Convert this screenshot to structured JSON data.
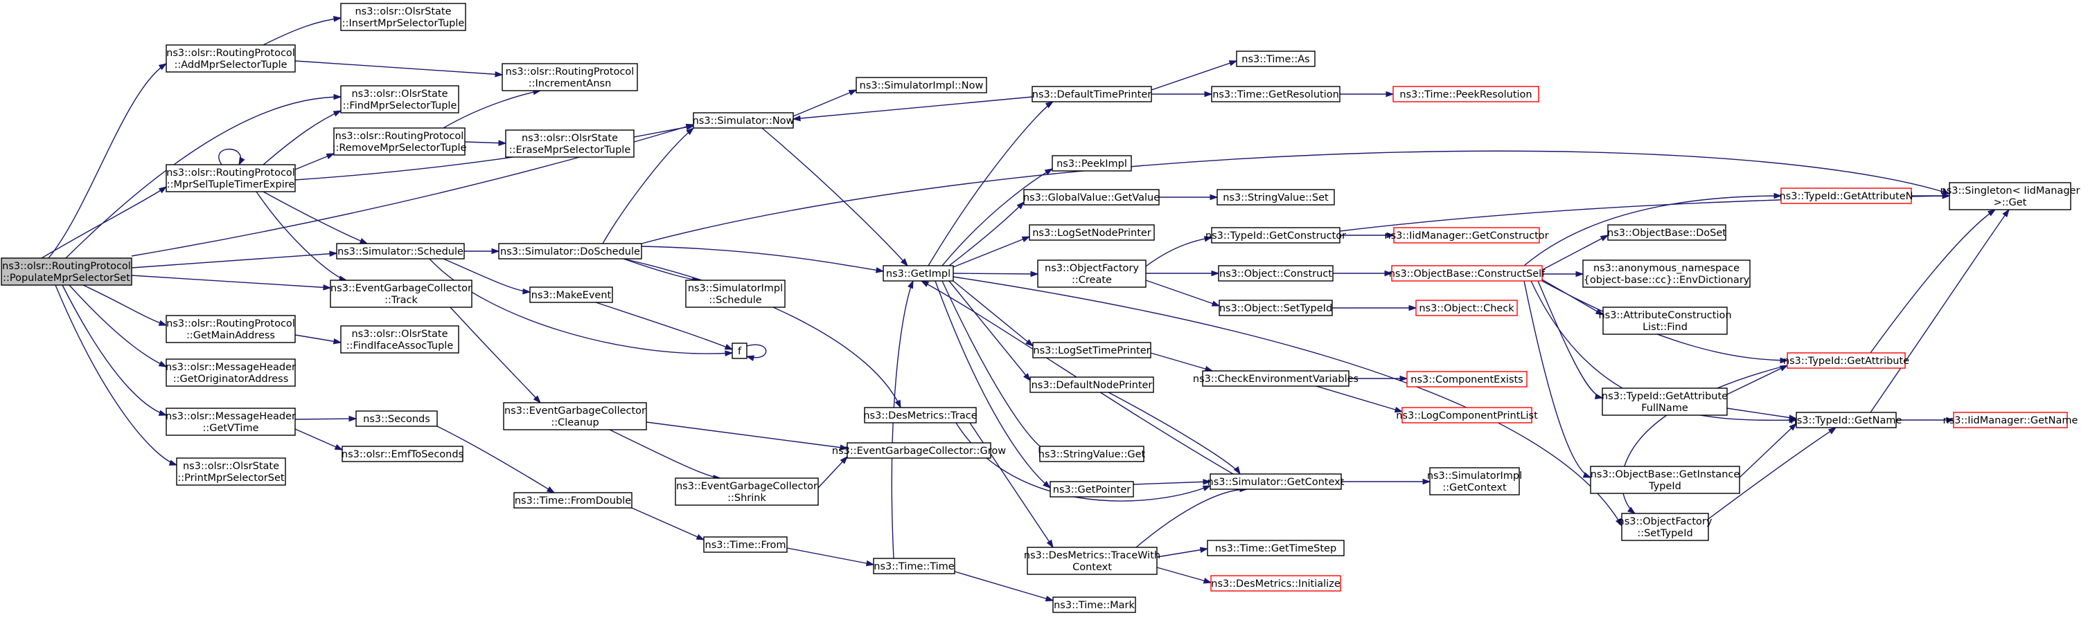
{
  "graph": {
    "nodes": [
      {
        "id": "root",
        "lines": [
          "ns3::olsr::RoutingProtocol",
          "::PopulateMprSelectorSet"
        ],
        "root": true
      },
      {
        "id": "addmpr",
        "lines": [
          "ns3::olsr::RoutingProtocol",
          "::AddMprSelectorTuple"
        ]
      },
      {
        "id": "insertmpr",
        "lines": [
          "ns3::olsr::OlsrState",
          "::InsertMprSelectorTuple"
        ]
      },
      {
        "id": "incansn",
        "lines": [
          "ns3::olsr::RoutingProtocol",
          "::IncrementAnsn"
        ]
      },
      {
        "id": "findmpr",
        "lines": [
          "ns3::olsr::OlsrState",
          "::FindMprSelectorTuple"
        ]
      },
      {
        "id": "removempr",
        "lines": [
          "ns3::olsr::RoutingProtocol",
          "::RemoveMprSelectorTuple"
        ]
      },
      {
        "id": "erasempr",
        "lines": [
          "ns3::olsr::OlsrState",
          "::EraseMprSelectorTuple"
        ]
      },
      {
        "id": "mprseltimer",
        "lines": [
          "ns3::olsr::RoutingProtocol",
          "::MprSelTupleTimerExpire"
        ]
      },
      {
        "id": "simnow",
        "lines": [
          "ns3::Simulator::Now"
        ]
      },
      {
        "id": "simimplnow",
        "lines": [
          "ns3::SimulatorImpl::Now"
        ]
      },
      {
        "id": "simschedule",
        "lines": [
          "ns3::Simulator::Schedule"
        ]
      },
      {
        "id": "doschedule",
        "lines": [
          "ns3::Simulator::DoSchedule"
        ]
      },
      {
        "id": "simimplsched",
        "lines": [
          "ns3::SimulatorImpl",
          "::Schedule"
        ]
      },
      {
        "id": "egctrack",
        "lines": [
          "ns3::EventGarbageCollector",
          "::Track"
        ]
      },
      {
        "id": "makeevent",
        "lines": [
          "ns3::MakeEvent"
        ]
      },
      {
        "id": "f",
        "lines": [
          "f"
        ]
      },
      {
        "id": "getmainaddr",
        "lines": [
          "ns3::olsr::RoutingProtocol",
          "::GetMainAddress"
        ]
      },
      {
        "id": "findiface",
        "lines": [
          "ns3::olsr::OlsrState",
          "::FindIfaceAssocTuple"
        ]
      },
      {
        "id": "getorigaddr",
        "lines": [
          "ns3::olsr::MessageHeader",
          "::GetOriginatorAddress"
        ]
      },
      {
        "id": "getvtime",
        "lines": [
          "ns3::olsr::MessageHeader",
          "::GetVTime"
        ]
      },
      {
        "id": "seconds",
        "lines": [
          "ns3::Seconds"
        ]
      },
      {
        "id": "emftosec",
        "lines": [
          "ns3::olsr::EmfToSeconds"
        ]
      },
      {
        "id": "printmpr",
        "lines": [
          "ns3::olsr::OlsrState",
          "::PrintMprSelectorSet"
        ]
      },
      {
        "id": "egccleanup",
        "lines": [
          "ns3::EventGarbageCollector",
          "::Cleanup"
        ]
      },
      {
        "id": "egcshrink",
        "lines": [
          "ns3::EventGarbageCollector",
          "::Shrink"
        ]
      },
      {
        "id": "egcgrow",
        "lines": [
          "ns3::EventGarbageCollector::Grow"
        ]
      },
      {
        "id": "timefromdouble",
        "lines": [
          "ns3::Time::FromDouble"
        ]
      },
      {
        "id": "timefrom",
        "lines": [
          "ns3::Time::From"
        ]
      },
      {
        "id": "timetime",
        "lines": [
          "ns3::Time::Time"
        ]
      },
      {
        "id": "timemark",
        "lines": [
          "ns3::Time::Mark"
        ]
      },
      {
        "id": "destrace",
        "lines": [
          "ns3::DesMetrics::Trace"
        ]
      },
      {
        "id": "getimpl",
        "lines": [
          "ns3::GetImpl"
        ]
      },
      {
        "id": "deftimeprinter",
        "lines": [
          "ns3::DefaultTimePrinter"
        ]
      },
      {
        "id": "timeas",
        "lines": [
          "ns3::Time::As"
        ]
      },
      {
        "id": "timegetres",
        "lines": [
          "ns3::Time::GetResolution"
        ]
      },
      {
        "id": "timepeekres",
        "lines": [
          "ns3::Time::PeekResolution"
        ],
        "trunc": true
      },
      {
        "id": "peekimpl",
        "lines": [
          "ns3::PeekImpl"
        ]
      },
      {
        "id": "gvgetvalue",
        "lines": [
          "ns3::GlobalValue::GetValue"
        ]
      },
      {
        "id": "svset",
        "lines": [
          "ns3::StringValue::Set"
        ]
      },
      {
        "id": "logsetnodeprinter",
        "lines": [
          "ns3::LogSetNodePrinter"
        ]
      },
      {
        "id": "objfactcreate",
        "lines": [
          "ns3::ObjectFactory",
          "::Create"
        ]
      },
      {
        "id": "tidgetconstructor",
        "lines": [
          "ns3::TypeId::GetConstructor"
        ]
      },
      {
        "id": "iidgetconstructor",
        "lines": [
          "ns3::IidManager::GetConstructor"
        ],
        "trunc": true
      },
      {
        "id": "objconstruct",
        "lines": [
          "ns3::Object::Construct"
        ]
      },
      {
        "id": "objsettypeid",
        "lines": [
          "ns3::Object::SetTypeId"
        ]
      },
      {
        "id": "objcheck",
        "lines": [
          "ns3::Object::Check"
        ],
        "trunc": true
      },
      {
        "id": "obconstructself",
        "lines": [
          "ns3::ObjectBase::ConstructSelf"
        ],
        "trunc": true
      },
      {
        "id": "logsettimeprinter",
        "lines": [
          "ns3::LogSetTimePrinter"
        ]
      },
      {
        "id": "checkenv",
        "lines": [
          "ns3::CheckEnvironmentVariables"
        ]
      },
      {
        "id": "compexists",
        "lines": [
          "ns3::ComponentExists"
        ],
        "trunc": true
      },
      {
        "id": "logcompprint",
        "lines": [
          "ns3::LogComponentPrintList"
        ],
        "trunc": true
      },
      {
        "id": "defnodeprinter",
        "lines": [
          "ns3::DefaultNodePrinter"
        ]
      },
      {
        "id": "svget",
        "lines": [
          "ns3::StringValue::Get"
        ]
      },
      {
        "id": "getpointer",
        "lines": [
          "ns3::GetPointer"
        ]
      },
      {
        "id": "simgetcontext",
        "lines": [
          "ns3::Simulator::GetContext"
        ]
      },
      {
        "id": "simimplgetctx",
        "lines": [
          "ns3::SimulatorImpl",
          "::GetContext"
        ]
      },
      {
        "id": "destracewithctx",
        "lines": [
          "ns3::DesMetrics::TraceWith",
          "Context"
        ]
      },
      {
        "id": "timegetstep",
        "lines": [
          "ns3::Time::GetTimeStep"
        ]
      },
      {
        "id": "desinit",
        "lines": [
          "ns3::DesMetrics::Initialize"
        ],
        "trunc": true
      },
      {
        "id": "tidgetattrn",
        "lines": [
          "ns3::TypeId::GetAttributeN"
        ],
        "trunc": true
      },
      {
        "id": "singletonget",
        "lines": [
          "ns3::Singleton< IidManager",
          " >::Get"
        ]
      },
      {
        "id": "obdoset",
        "lines": [
          "ns3::ObjectBase::DoSet"
        ]
      },
      {
        "id": "envdict",
        "lines": [
          "ns3::anonymous_namespace",
          "{object-base::cc}::EnvDictionary"
        ]
      },
      {
        "id": "acfind",
        "lines": [
          "ns3::AttributeConstruction",
          "List::Find"
        ]
      },
      {
        "id": "tidgetattr",
        "lines": [
          "ns3::TypeId::GetAttribute"
        ],
        "trunc": true
      },
      {
        "id": "tidgetattrfull",
        "lines": [
          "ns3::TypeId::GetAttribute",
          "FullName"
        ]
      },
      {
        "id": "tidgetname",
        "lines": [
          "ns3::TypeId::GetName"
        ]
      },
      {
        "id": "iidgetname",
        "lines": [
          "ns3::IidManager::GetName"
        ],
        "trunc": true
      },
      {
        "id": "obgetinst",
        "lines": [
          "ns3::ObjectBase::GetInstance",
          "TypeId"
        ]
      },
      {
        "id": "ofsettypeid",
        "lines": [
          "ns3::ObjectFactory",
          "::SetTypeId"
        ]
      }
    ]
  }
}
